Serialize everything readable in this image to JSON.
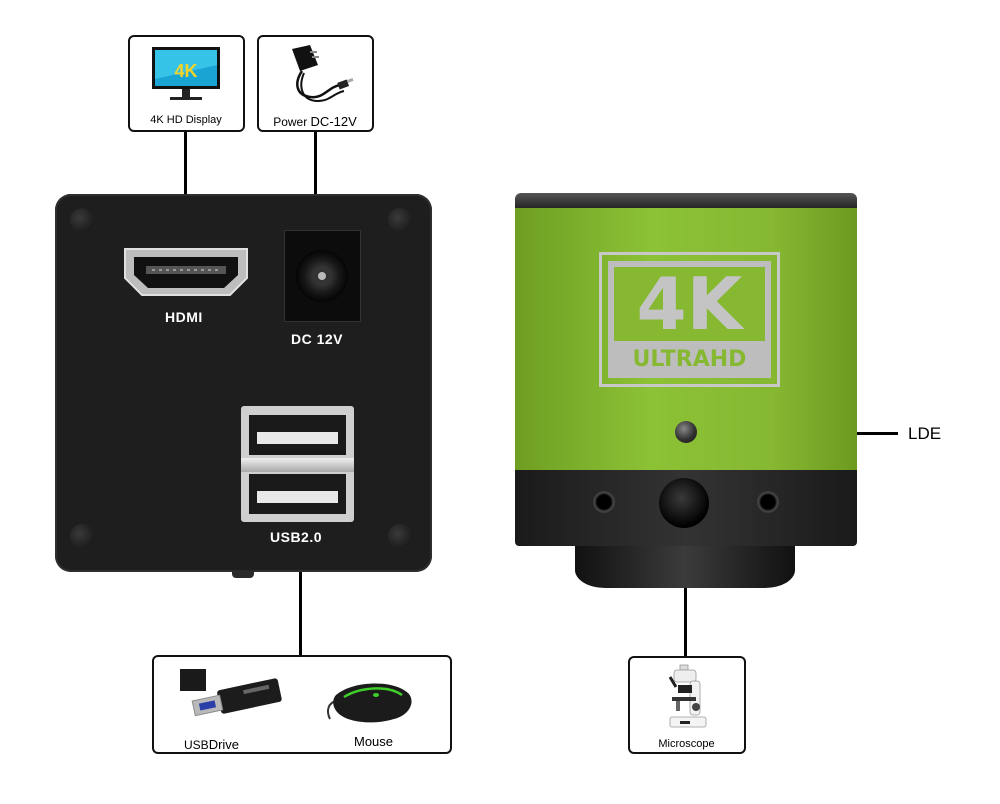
{
  "callouts": {
    "display": {
      "label": "4K HD Display",
      "icon": "monitor-icon"
    },
    "power": {
      "label_prefix": "Power ",
      "label_value": "DC-12V",
      "icon": "power-adapter-icon"
    },
    "usb_drive": {
      "label_prefix": "USB",
      "label_value": "Drive",
      "icon": "usb-drive-icon"
    },
    "mouse": {
      "label": "Mouse",
      "icon": "mouse-icon"
    },
    "microscope": {
      "label": "Microscope",
      "icon": "microscope-icon"
    }
  },
  "camera_back": {
    "ports": {
      "hdmi": "HDMI",
      "dc": "DC 12V",
      "usb": "USB2.0"
    }
  },
  "camera_front": {
    "badge_main": "4K",
    "badge_sub": "ULTRAHD",
    "led_label": "LDE",
    "body_color": "#86b832"
  }
}
